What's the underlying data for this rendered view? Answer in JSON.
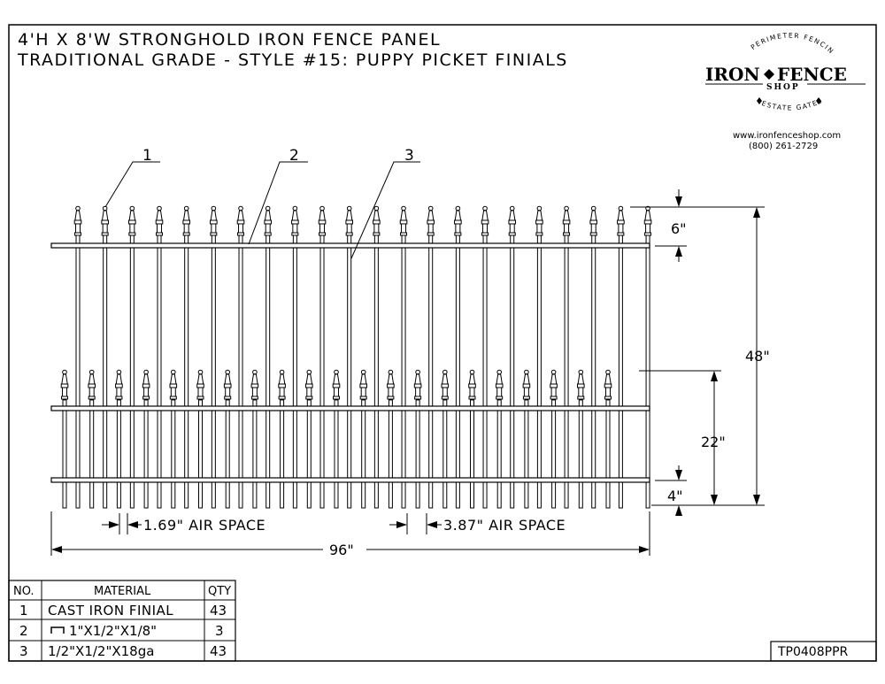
{
  "title": {
    "line1": "4'H X 8'W STRONGHOLD IRON FENCE PANEL",
    "line2": "TRADITIONAL GRADE - STYLE #15: PUPPY PICKET FINIALS"
  },
  "logo": {
    "top_arc": "PERIMETER FENCING",
    "brand_left": "IRON",
    "brand_right": "FENCE",
    "brand_sub": "SHOP",
    "bottom_arc": "ESTATE GATES",
    "website": "www.ironfenceshop.com",
    "phone": "(800) 261-2729"
  },
  "callouts": {
    "one": "1",
    "two": "2",
    "three": "3"
  },
  "dimensions": {
    "top_finial": "6\"",
    "height": "48\"",
    "puppy_height": "22\"",
    "bottom_clear": "4\"",
    "width": "96\"",
    "air_space_small": "1.69\" AIR SPACE",
    "air_space_large": "3.87\" AIR SPACE"
  },
  "bom": {
    "headers": [
      "NO.",
      "MATERIAL",
      "QTY"
    ],
    "rows": [
      {
        "no": "1",
        "material": "CAST IRON FINIAL",
        "qty": "43"
      },
      {
        "no": "2",
        "material": "1\"X1/2\"X1/8\"",
        "qty": "3"
      },
      {
        "no": "3",
        "material": "1/2\"X1/2\"X18ga",
        "qty": "43"
      }
    ]
  },
  "drawing_number": "TP0408PPR"
}
